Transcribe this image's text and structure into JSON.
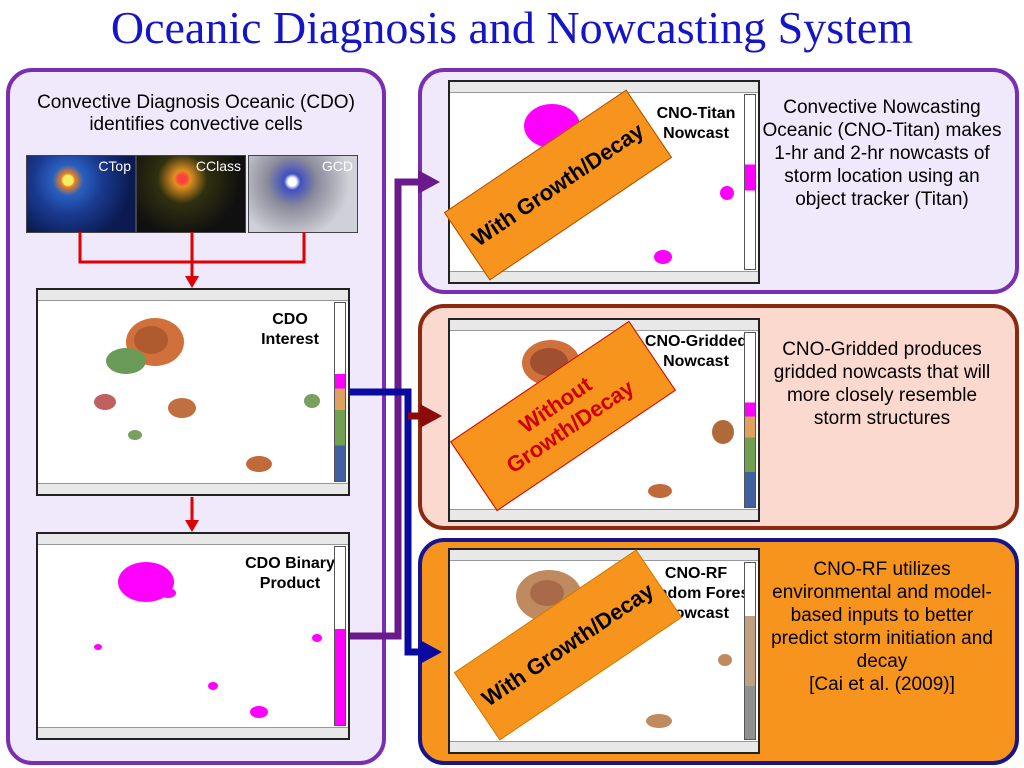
{
  "title": "Oceanic Diagnosis and Nowcasting System",
  "cdo": {
    "description": "Convective Diagnosis Oceanic (CDO) identifies convective cells",
    "sat_labels": [
      "CTop",
      "CClass",
      "GCD"
    ],
    "interest_label": "CDO Interest",
    "binary_label": "CDO Binary Product"
  },
  "titan": {
    "map_label": "CNO-Titan Nowcast",
    "banner": "With Growth/Decay",
    "description": "Convective Nowcasting Oceanic (CNO-Titan) makes 1-hr and 2-hr nowcasts of storm location using an object tracker (Titan)"
  },
  "gridded": {
    "map_label": "CNO-Gridded Nowcast",
    "banner": "Without Growth/Decay",
    "description": "CNO-Gridded produces gridded nowcasts that will more closely resemble storm structures"
  },
  "rf": {
    "map_label": "CNO-RF Random Forest Nowcast",
    "banner": "With Growth/Decay",
    "description": "CNO-RF utilizes environmental and model-based inputs to better predict storm initiation and decay",
    "citation": "[Cai et al. (2009)]"
  },
  "colors": {
    "title": "#1414c8",
    "purple_border": "#7a2fb0",
    "brown_border": "#8b2a10",
    "navy_border": "#17158c",
    "banner_orange": "#f7941d",
    "arrow_red": "#e00000",
    "arrow_blue": "#0a0aa0",
    "arrow_purple": "#6a1a8a",
    "arrow_darkred": "#8b0a0a"
  }
}
